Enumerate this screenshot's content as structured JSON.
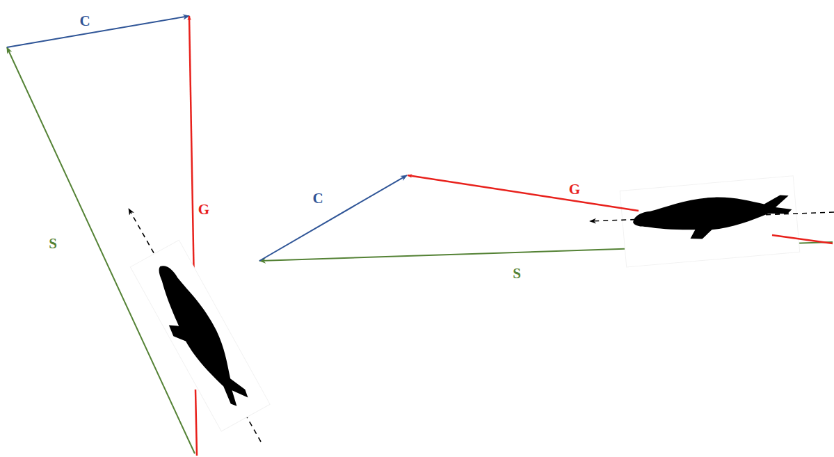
{
  "diagram": {
    "labels": [
      "C",
      "G",
      "S",
      "C",
      "G",
      "S"
    ]
  }
}
